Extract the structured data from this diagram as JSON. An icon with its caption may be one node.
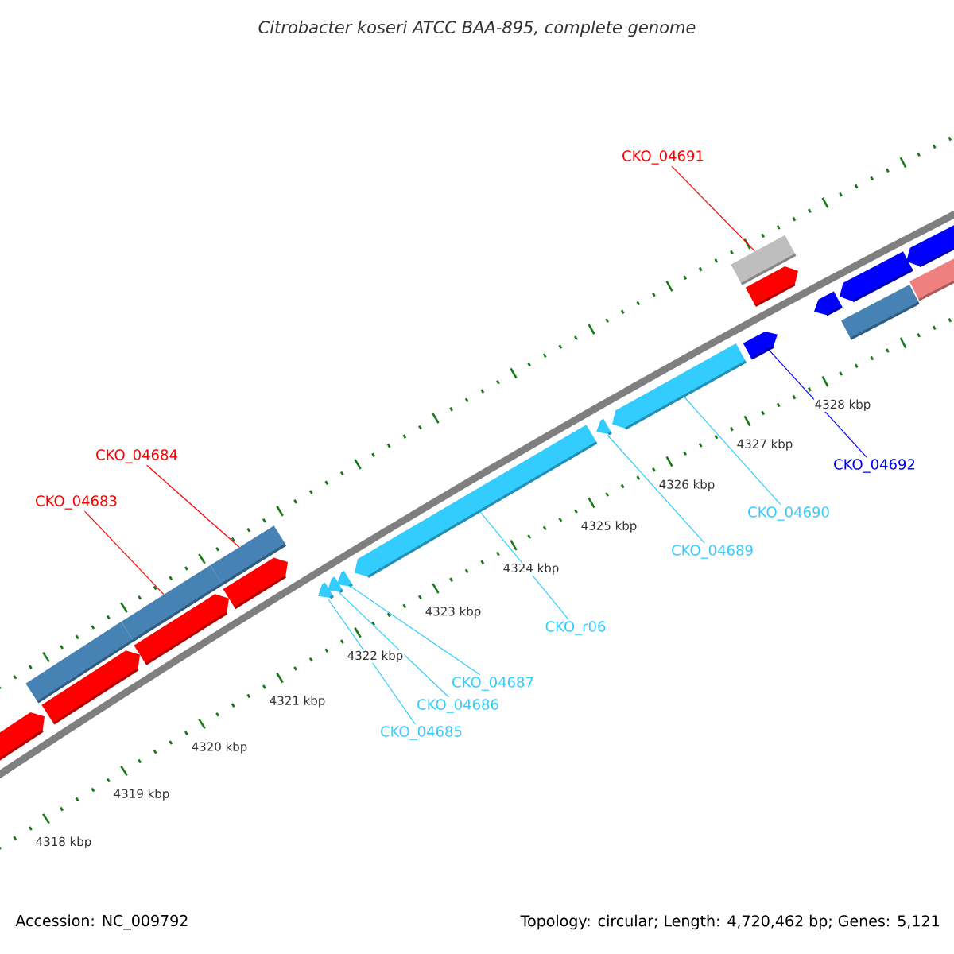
{
  "diagram": {
    "title": "*Citrobacter koseri* ATCC BAA-895, complete genome",
    "nodes": [
      {
        "text": [
          "CKO_04691"
        ]
      },
      {
        "text": [
          "CKO_04684"
        ]
      },
      {
        "text": [
          "CKO_04683"
        ]
      },
      {
        "text": [
          "CKO_04692"
        ]
      },
      {
        "text": [
          "CKO_04690"
        ]
      },
      {
        "text": [
          "CKO_04689"
        ]
      },
      {
        "text": [
          "CKO_r06"
        ]
      },
      {
        "text": [
          "CKO_04687"
        ]
      },
      {
        "text": [
          "CKO_04686"
        ]
      },
      {
        "text": [
          "CKO_04685"
        ]
      },
      {
        "text": [],
        "shape": "bar"
      },
      {
        "text": [],
        "shape": "bar"
      },
      {
        "text": [],
        "shape": "bar"
      },
      {
        "text": [],
        "shape": "bar"
      },
      {
        "text": [],
        "shape": "bar"
      },
      {
        "text": [],
        "shape": "bar"
      },
      {
        "text": [],
        "shape": "bar"
      },
      {
        "text": [],
        "shape": "bar"
      },
      {
        "text": [],
        "shape": "bar"
      },
      {
        "text": [],
        "shape": "bar"
      },
      {
        "text": [],
        "shape": "bar"
      },
      {
        "text": [],
        "shape": "bar"
      },
      {
        "text": [],
        "shape": "bar"
      },
      {
        "text": [],
        "shape": "bar"
      },
      {
        "text": [],
        "shape": "bar"
      },
      {
        "text": [],
        "shape": "bar"
      },
      {
        "text": [],
        "shape": "bar"
      },
      {
        "text": [],
        "shape": "bar"
      },
      {
        "text": [],
        "shape": "bar"
      },
      {
        "text": [],
        "shape": "bar"
      },
      {
        "text": [],
        "shape": "bar"
      }
    ],
    "edges": [
      {
        "from": 0,
        "to": 23,
        "arrow": "none",
        "color": "#ff0000"
      },
      {
        "from": 1,
        "to": 15,
        "arrow": "none",
        "color": "#ff0000"
      },
      {
        "from": 2,
        "to": 13,
        "arrow": "none",
        "color": "#ff0000"
      },
      {
        "from": 3,
        "to": 24,
        "arrow": "none",
        "color": "#0000ff"
      },
      {
        "from": 4,
        "to": 22,
        "arrow": "none"
      },
      {
        "from": 5,
        "to": 21,
        "arrow": "none"
      },
      {
        "from": 6,
        "to": 20,
        "arrow": "none"
      },
      {
        "from": 7,
        "to": 19,
        "arrow": "none"
      },
      {
        "from": 8,
        "to": 18,
        "arrow": "none"
      },
      {
        "from": 9,
        "to": 17,
        "arrow": "none"
      }
    ],
    "labels": [
      "4318 kbp",
      "4319 kbp",
      "4320 kbp",
      "4321 kbp",
      "4322 kbp",
      "4323 kbp",
      "4324 kbp",
      "4325 kbp",
      "4326 kbp",
      "4327 kbp",
      "4328 kbp",
      "Accession: NC_009792",
      "Topology: circular; Length: 4,720,462 bp; Genes: 5,121"
    ]
  }
}
